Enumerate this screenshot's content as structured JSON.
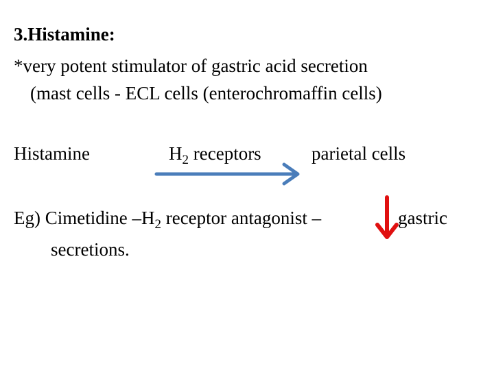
{
  "title": "3.Histamine:",
  "line1": "*very potent stimulator of gastric acid secretion",
  "line2": "(mast cells - ECL cells (enterochromaffin cells)",
  "pathway": {
    "source": "Histamine",
    "receptor_prefix": "H",
    "receptor_sub": "2",
    "receptor_suffix": " receptors",
    "target": "parietal cells",
    "arrow_color": "#4a7dba"
  },
  "example": {
    "prefix": "Eg) Cimetidine –H",
    "sub": "2",
    "suffix": " receptor antagonist –",
    "after_arrow": "gastric",
    "line2": "secretions.",
    "down_arrow_color": "#e01010",
    "down_arrow_icon": "down-arrow-icon"
  }
}
